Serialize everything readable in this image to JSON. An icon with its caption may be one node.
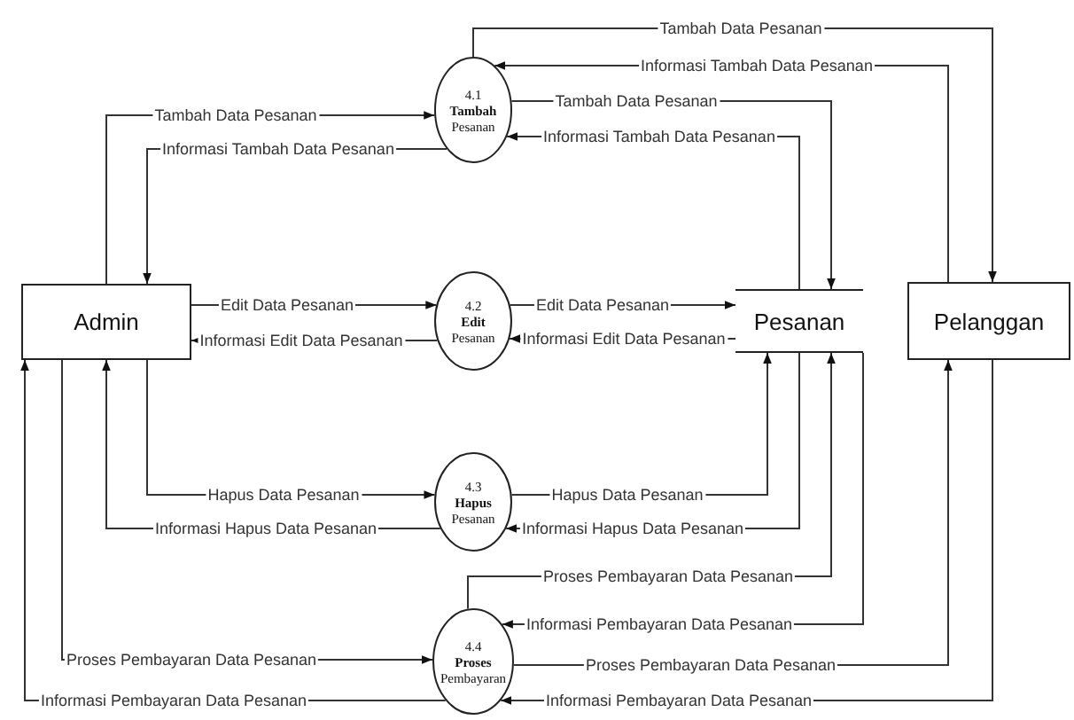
{
  "diagram": {
    "nodes": [
      {
        "text": [
          "Admin"
        ]
      },
      {
        "text": [
          "4.1",
          "Tambah",
          "Pesanan"
        ]
      },
      {
        "text": [
          "4.2",
          "Edit",
          "Pesanan"
        ]
      },
      {
        "text": [
          "4.3",
          "Hapus",
          "Pesanan"
        ]
      },
      {
        "text": [
          "4.4",
          "Proses",
          "Pembayaran"
        ]
      },
      {
        "text": [
          "Pesanan"
        ]
      },
      {
        "text": [
          "Pelanggan"
        ]
      }
    ],
    "edges": [
      {
        "from": 0,
        "to": 1,
        "arrow": "to",
        "label": "Tambah Data Pesanan"
      },
      {
        "from": 1,
        "to": 0,
        "arrow": "to",
        "label": "Informasi Tambah Data Pesanan"
      },
      {
        "from": 1,
        "to": 6,
        "arrow": "to",
        "label": "Tambah Data Pesanan"
      },
      {
        "from": 6,
        "to": 1,
        "arrow": "to",
        "label": "Informasi Tambah Data Pesanan"
      },
      {
        "from": 1,
        "to": 5,
        "arrow": "to",
        "label": "Tambah Data Pesanan"
      },
      {
        "from": 5,
        "to": 1,
        "arrow": "to",
        "label": "Informasi Tambah Data Pesanan"
      },
      {
        "from": 0,
        "to": 2,
        "arrow": "to",
        "label": "Edit Data Pesanan"
      },
      {
        "from": 2,
        "to": 5,
        "arrow": "to",
        "label": "Edit Data Pesanan"
      },
      {
        "from": 5,
        "to": 2,
        "arrow": "to",
        "label": "Informasi Edit Data Pesanan"
      },
      {
        "from": 2,
        "to": 0,
        "arrow": "to",
        "label": "Informasi Edit Data Pesanan"
      },
      {
        "from": 0,
        "to": 3,
        "arrow": "to",
        "label": "Hapus Data Pesanan"
      },
      {
        "from": 3,
        "to": 0,
        "arrow": "to",
        "label": "Informasi Hapus Data Pesanan"
      },
      {
        "from": 3,
        "to": 5,
        "arrow": "to",
        "label": "Hapus Data Pesanan"
      },
      {
        "from": 5,
        "to": 3,
        "arrow": "to",
        "label": "Informasi Hapus Data Pesanan"
      },
      {
        "from": 4,
        "to": 5,
        "arrow": "to",
        "label": "Proses Pembayaran Data Pesanan"
      },
      {
        "from": 5,
        "to": 4,
        "arrow": "to",
        "label": "Informasi Pembayaran Data Pesanan"
      },
      {
        "from": 0,
        "to": 4,
        "arrow": "to",
        "label": "Proses Pembayaran Data Pesanan"
      },
      {
        "from": 4,
        "to": 0,
        "arrow": "to",
        "label": "Informasi Pembayaran Data Pesanan"
      },
      {
        "from": 4,
        "to": 6,
        "arrow": "to",
        "label": "Proses Pembayaran Data Pesanan"
      },
      {
        "from": 6,
        "to": 4,
        "arrow": "to",
        "label": "Informasi Pembayaran Data Pesanan"
      }
    ]
  }
}
